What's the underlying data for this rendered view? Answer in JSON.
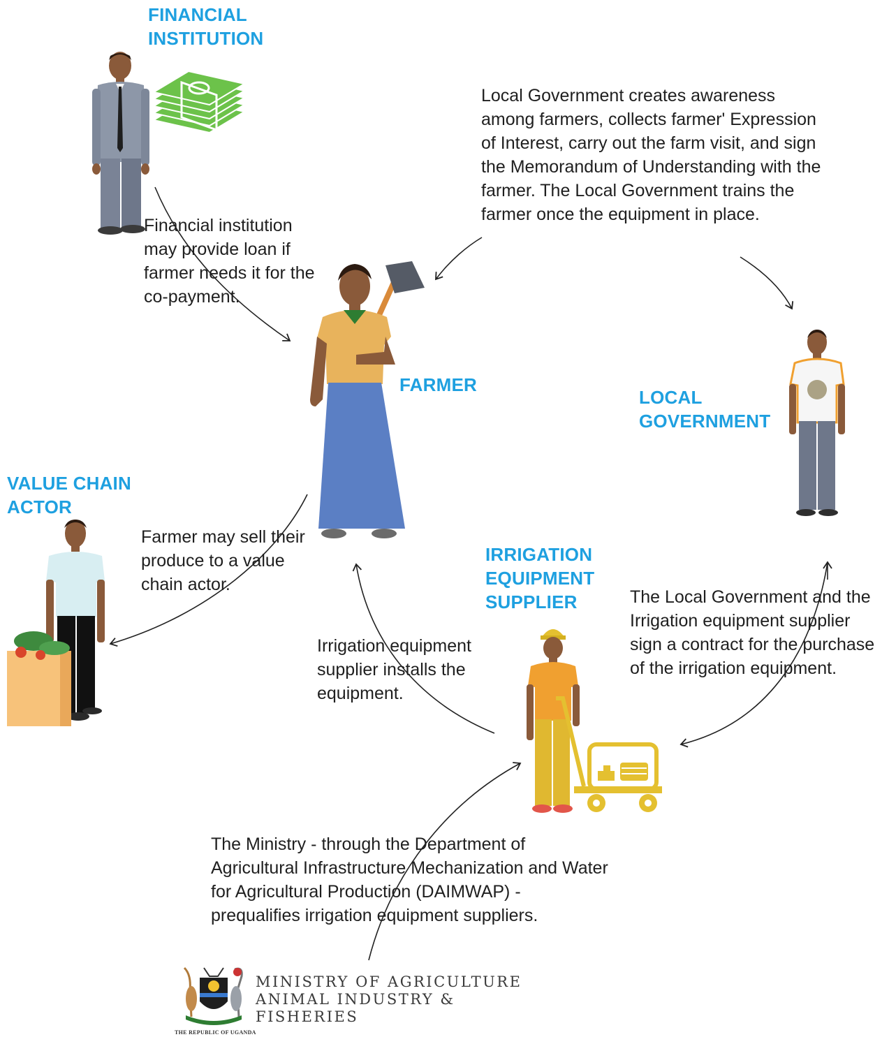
{
  "actors": {
    "financial_institution": "FINANCIAL INSTITUTION",
    "farmer": "FARMER",
    "local_government": "LOCAL GOVERNMENT",
    "value_chain_actor": "VALUE CHAIN ACTOR",
    "irrigation_supplier": "IRRIGATION EQUIPMENT SUPPLIER"
  },
  "relations": {
    "financial_to_farmer": "Financial institution may provide loan if farmer needs it for the co-payment.",
    "local_government_to_farmer": "Local Government creates awareness among farmers, collects farmer' Expression of Interest, carry out the farm visit, and sign the Memorandum of Understanding with the farmer. The Local Government trains the farmer once the equipment in place.",
    "farmer_to_value_chain": "Farmer may sell their produce to a value chain actor.",
    "supplier_to_farmer": "Irrigation equipment supplier installs the equipment.",
    "government_supplier_contract": "The Local Government and the Irrigation equipment supplier sign a contract for the purchase of the irrigation equipment.",
    "ministry_to_supplier": "The Ministry - through the Department of Agricultural Infrastructure Mechanization and Water for Agricultural Production (DAIMWAP) - prequalifies irrigation equipment suppliers."
  },
  "logo": {
    "line1": "MINISTRY OF AGRICULTURE",
    "line2": "ANIMAL INDUSTRY &",
    "line3": "FISHERIES",
    "caption": "THE REPUBLIC OF UGANDA"
  },
  "colors": {
    "label_blue": "#1ea0e0",
    "money_green": "#6cc24a",
    "skirt_blue": "#5b7fc4",
    "farmer_shirt": "#e8b35c",
    "supplier_orange": "#f0a030",
    "cart_yellow": "#e4c030"
  }
}
